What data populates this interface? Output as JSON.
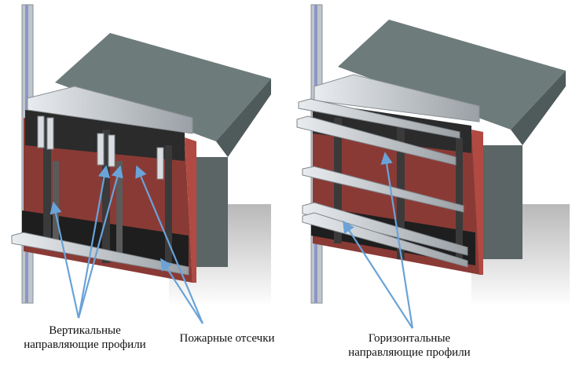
{
  "labels": {
    "vertical_profiles": {
      "line1": "Вертикальные",
      "line2": "направляющие профили"
    },
    "fire_breaks": "Пожарные отсечки",
    "horizontal_profiles": {
      "line1": "Горизонтальные",
      "line2": "направляющие профили"
    }
  },
  "colors": {
    "concrete": "#6e7a7a",
    "insulation": "#8a3a35",
    "fire_break": "#1e1e1e",
    "steel": "#cfd3d6",
    "arrow": "#6aa3d8"
  }
}
